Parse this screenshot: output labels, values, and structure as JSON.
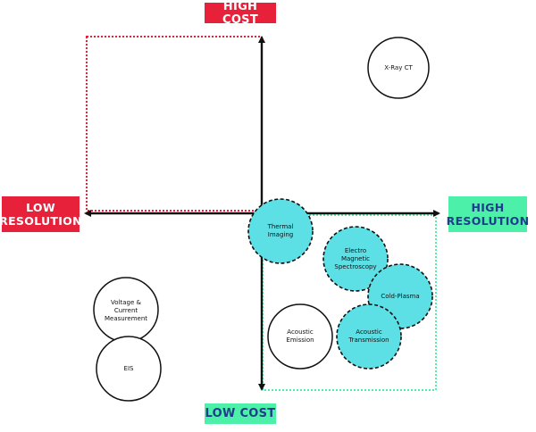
{
  "axes": {
    "top_label": "HIGH COST",
    "bottom_label": "LOW COST",
    "left_label_line1": "LOW",
    "left_label_line2": "RESOLUTION",
    "right_label_line1": "HIGH",
    "right_label_line2": "RESOLUTION"
  },
  "nodes": {
    "xray_ct": "X-Ray CT",
    "thermal_imaging": [
      "Thermal",
      "Imaging"
    ],
    "electro_magnetic": [
      "Electro",
      "Magnetic",
      "Spectroscopy"
    ],
    "cold_plasma": "Cold-Plasma",
    "acoustic_emission": [
      "Acoustic",
      "Emission"
    ],
    "acoustic_transmission": [
      "Acoustic",
      "Transmission"
    ],
    "voltage_current": [
      "Voltage &",
      "Current",
      "Measurement"
    ],
    "eis": "EIS"
  },
  "colors": {
    "red_accent": "#e8213b",
    "green_accent": "#4cf0a8",
    "green_text": "#1f3d8a",
    "circle_fill_teal": "#5ce0e6",
    "red_dotted_box": "#e8213b",
    "green_dotted_box": "#4cf0a8"
  }
}
